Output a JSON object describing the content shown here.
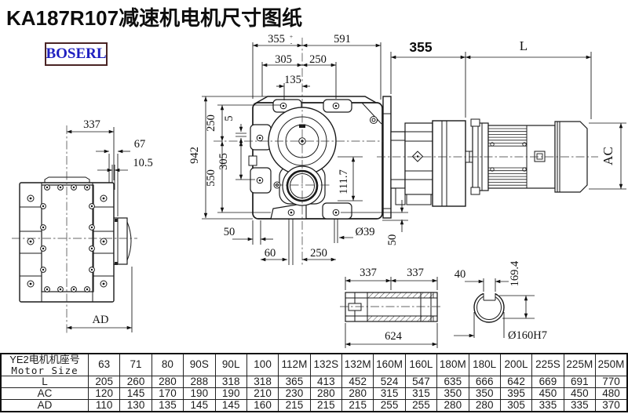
{
  "title": "KA187R107减速机电机尺寸图纸",
  "logo": "BOSERL",
  "dims": {
    "front_top_355": "355",
    "front_tol_p": "+",
    "front_tol_m": "-",
    "front_top_591": "591",
    "front_top_305": "305",
    "front_top_250": "250",
    "front_top_135": "135",
    "front_left_942": "942",
    "front_left_250": "250",
    "front_left_5": "5",
    "front_left_305": "305",
    "front_left_550": "550",
    "front_111_7": "111.7",
    "front_bot_50": "50",
    "front_bot_60": "60",
    "front_bot_250": "250",
    "front_dia_39": "Ø39",
    "front_right_50": "50",
    "side_355": "355",
    "side_L": "L",
    "side_AC": "AC",
    "left_337": "337",
    "left_67": "67",
    "left_10_5": "10.5",
    "left_AD": "AD",
    "shaft_337a": "337",
    "shaft_337b": "337",
    "shaft_624": "624",
    "bore_40": "40",
    "bore_169_4": "169.4",
    "bore_dia": "Ø160H7"
  },
  "table": {
    "header_line1": "YE2电机机座号",
    "header_line2": "Motor Size",
    "columns": [
      "63",
      "71",
      "80",
      "90S",
      "90L",
      "100",
      "112M",
      "132S",
      "132M",
      "160M",
      "160L",
      "180M",
      "180L",
      "200L",
      "225S",
      "225M",
      "250M"
    ],
    "rows": [
      {
        "label": "L",
        "values": [
          "205",
          "260",
          "280",
          "288",
          "318",
          "318",
          "365",
          "413",
          "452",
          "524",
          "547",
          "635",
          "666",
          "642",
          "669",
          "691",
          "770"
        ]
      },
      {
        "label": "AC",
        "values": [
          "120",
          "145",
          "170",
          "190",
          "190",
          "210",
          "230",
          "280",
          "280",
          "315",
          "315",
          "350",
          "350",
          "395",
          "450",
          "450",
          "480"
        ]
      },
      {
        "label": "AD",
        "values": [
          "110",
          "130",
          "135",
          "145",
          "145",
          "160",
          "215",
          "215",
          "215",
          "255",
          "255",
          "280",
          "280",
          "305",
          "335",
          "335",
          "370"
        ]
      }
    ]
  }
}
